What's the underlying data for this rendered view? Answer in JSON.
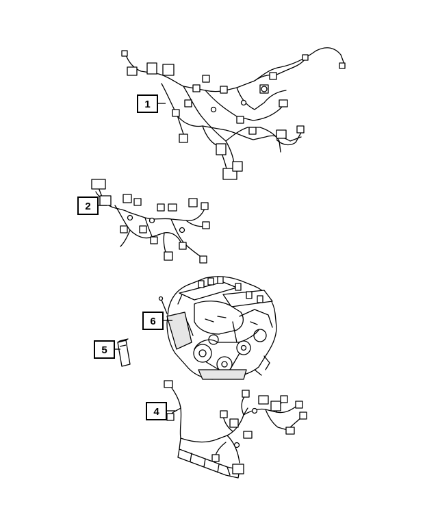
{
  "callouts": [
    {
      "id": "callout-1",
      "label": "1"
    },
    {
      "id": "callout-2",
      "label": "2"
    },
    {
      "id": "callout-6",
      "label": "6"
    },
    {
      "id": "callout-5",
      "label": "5"
    },
    {
      "id": "callout-4",
      "label": "4"
    }
  ],
  "colors": {
    "line": "#000000",
    "fill": "#ffffff",
    "shade": "#cfcfcf"
  }
}
